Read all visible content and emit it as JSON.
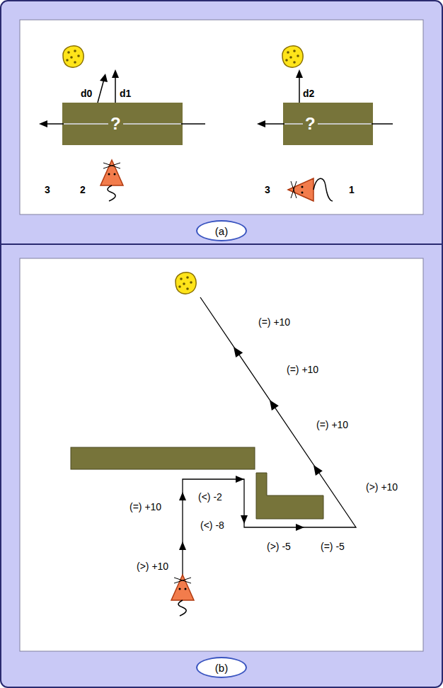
{
  "diagram": {
    "nodes": [
      {
        "text": [
          "?"
        ]
      },
      {
        "text": [
          "?"
        ]
      },
      {
        "text": [
          "(a)"
        ]
      },
      {
        "text": [
          "(b)"
        ]
      }
    ],
    "labels": [
      "d0",
      "d1",
      "3",
      "2",
      "d2",
      "3",
      "1",
      "(=) +10",
      "(=) +10",
      "(=) +10",
      "(>) +10",
      "(<) -2",
      "(=) +10",
      "(<) -8",
      "(>) +10",
      "(>) -5",
      "(=) -5"
    ]
  }
}
